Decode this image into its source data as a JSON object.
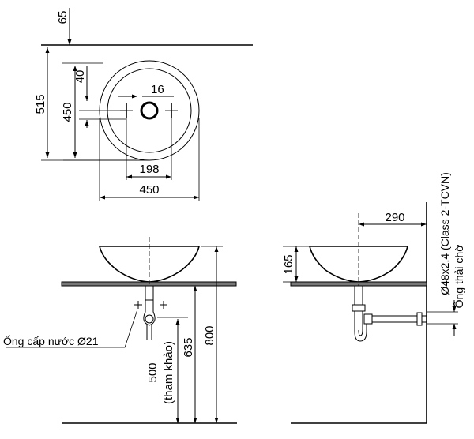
{
  "top_view": {
    "dim_top_gap": "65",
    "dim_overall_depth": "515",
    "dim_bowl_depth": "450",
    "dim_hole_offset": "40",
    "dim_hole_diameter": "16",
    "dim_hole_spacing": "198",
    "dim_bowl_width": "450"
  },
  "front_view": {
    "label_water_supply": "Ống cấp nước Ø21",
    "dim_reference": "500",
    "dim_reference_note": "(tham khảo)",
    "dim_635": "635",
    "dim_800": "800"
  },
  "side_view": {
    "dim_165": "165",
    "dim_290": "290",
    "label_drain_spec": "Ø48x2.4 (Class 2-TCVN)",
    "label_drain_pipe": "Ống thải chờ"
  }
}
